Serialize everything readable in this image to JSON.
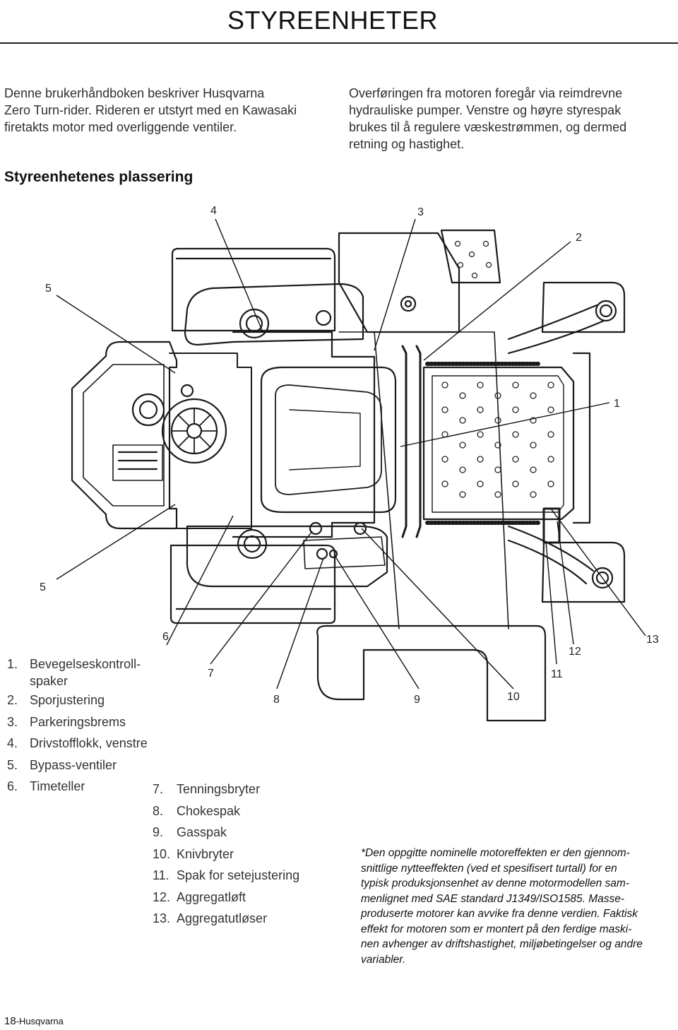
{
  "header": {
    "title": "STYREENHETER"
  },
  "intro": {
    "left": [
      "Denne brukerhåndboken beskriver Husqvarna",
      "Zero Turn-rider. Rideren er utstyrt med en Kawasaki",
      "firetakts motor med overliggende ventiler."
    ],
    "right": [
      "Overføringen fra motoren foregår via reimdrevne",
      "hydrauliske pumper. Venstre og høyre styrespak",
      "brukes til å regulere væskestrømmen, og dermed",
      "retning og hastighet."
    ]
  },
  "section": {
    "title": "Styreenhetenes plassering"
  },
  "diagram": {
    "callouts": [
      "4",
      "3",
      "2",
      "5",
      "1",
      "5",
      "6",
      "7",
      "8",
      "9",
      "10",
      "11",
      "12",
      "13"
    ]
  },
  "legend": {
    "col1": [
      {
        "num": "1.",
        "lines": [
          "Bevegelseskontroll-",
          "spaker"
        ]
      },
      {
        "num": "2.",
        "lines": [
          "Sporjustering"
        ]
      },
      {
        "num": "3.",
        "lines": [
          "Parkeringsbrems"
        ]
      },
      {
        "num": "4.",
        "lines": [
          "Drivstofflokk, venstre"
        ]
      },
      {
        "num": "5.",
        "lines": [
          "Bypass-ventiler"
        ]
      },
      {
        "num": "6.",
        "lines": [
          "Timeteller"
        ]
      }
    ],
    "col2": [
      {
        "num": "7.",
        "label": "Tenningsbryter"
      },
      {
        "num": "8.",
        "label": "Chokespak"
      },
      {
        "num": "9.",
        "label": "Gasspak"
      },
      {
        "num": "10.",
        "label": "Knivbryter"
      },
      {
        "num": "11.",
        "label": "Spak for setejustering"
      },
      {
        "num": "12.",
        "label": "Aggregatløft"
      },
      {
        "num": "13.",
        "label": "Aggregatutløser"
      }
    ]
  },
  "note": {
    "lines": [
      "*Den oppgitte nominelle motoreffekten er den gjennom-",
      "snittlige nytteeffekten (ved et spesifisert turtall) for en",
      "typisk produksjonsenhet av denne motormodellen sam-",
      "menlignet med SAE standard J1349/ISO1585. Masse-",
      "produserte motorer kan avvike fra denne verdien. Faktisk",
      "effekt for motoren som er montert på den ferdige maski-",
      "nen avhenger av driftshastighet, miljøbetingelser og andre",
      "variabler."
    ]
  },
  "footer": {
    "page": "18",
    "brand": "-Husqvarna"
  }
}
